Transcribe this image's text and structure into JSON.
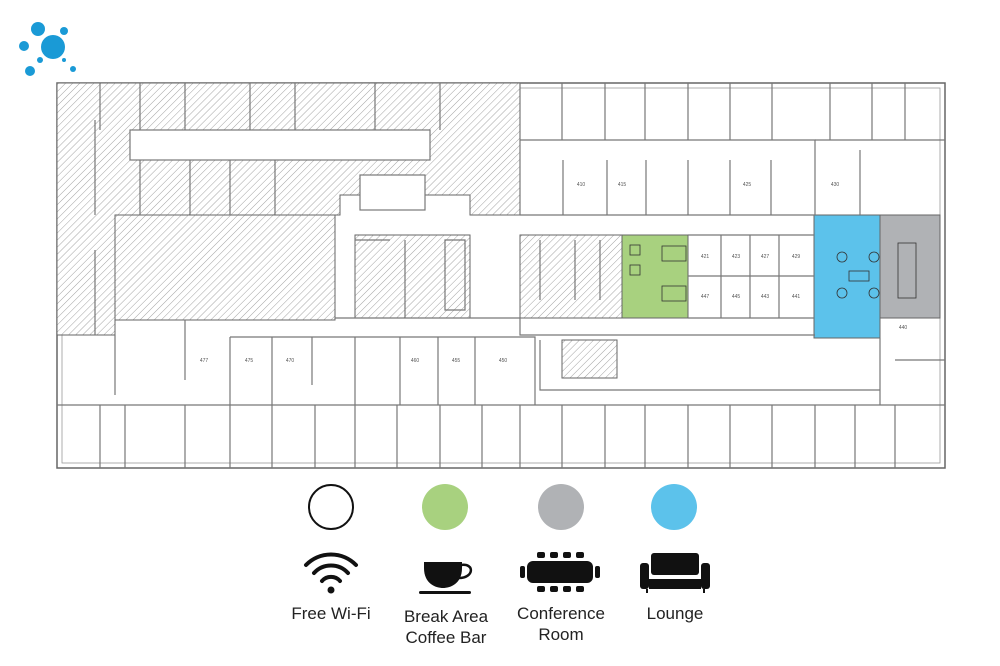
{
  "logo": {
    "name": "logo-bubbles",
    "color": "#1a9ad6"
  },
  "floor_plan": {
    "highlight_colors": {
      "break_area": "#a8d17f",
      "conference_room": "#b0b2b5",
      "lounge": "#5cc2eb"
    },
    "room_numbers": [
      "410",
      "415",
      "425",
      "430",
      "421",
      "423",
      "427",
      "429",
      "447",
      "445",
      "443",
      "441",
      "440",
      "477",
      "475",
      "470",
      "460",
      "455",
      "450"
    ]
  },
  "legend": [
    {
      "label_lines": [
        "Free Wi-Fi"
      ],
      "icon": "wifi-icon",
      "swatch_color": "#ffffff"
    },
    {
      "label_lines": [
        "Break Area",
        "Coffee Bar"
      ],
      "icon": "coffee-cup-icon",
      "swatch_color": "#a8d17f"
    },
    {
      "label_lines": [
        "Conference",
        "Room"
      ],
      "icon": "conference-table-icon",
      "swatch_color": "#b0b2b5"
    },
    {
      "label_lines": [
        "Lounge"
      ],
      "icon": "sofa-icon",
      "swatch_color": "#5cc2eb"
    }
  ]
}
